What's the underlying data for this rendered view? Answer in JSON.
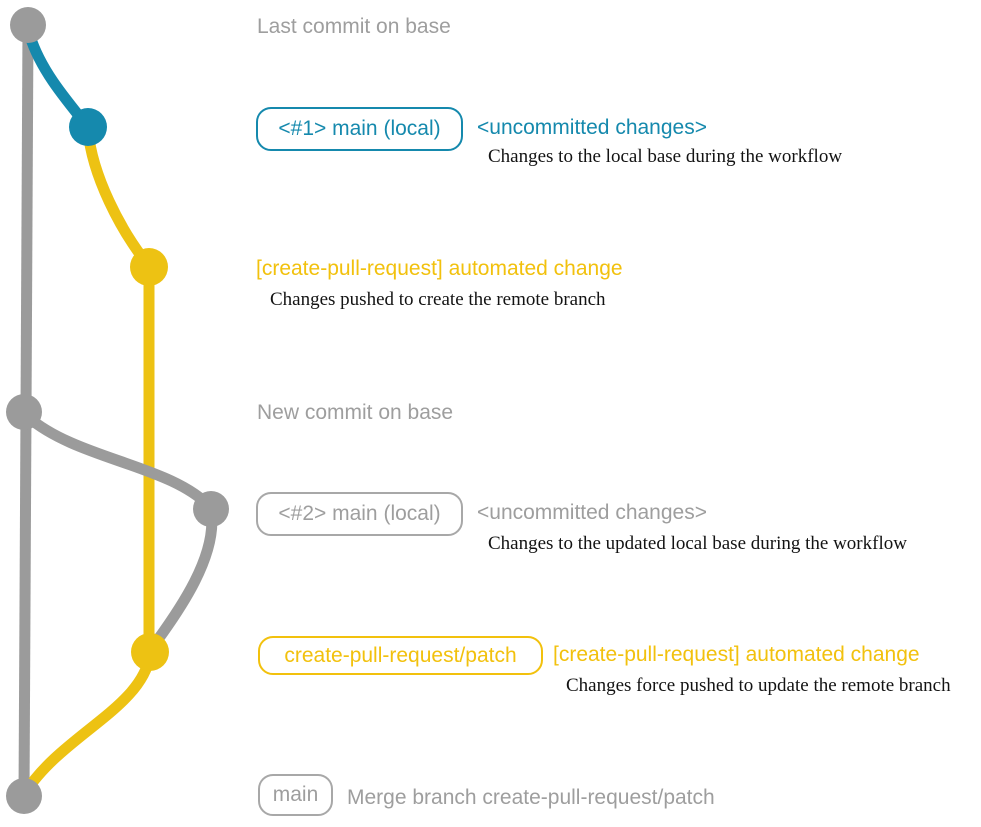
{
  "colors": {
    "base-gray": "#9b9b9b",
    "text-gray": "#9e9e9e",
    "badge-gray": "#a8a8a8",
    "blue": "#1589ad",
    "yellow": "#edc213",
    "yellow-text": "#f2c10d",
    "caption-black": "#131313"
  },
  "rows": {
    "last_commit_on_base": {
      "title": "Last commit on base"
    },
    "local_main_1": {
      "badge": "<#1> main (local)",
      "heading": "<uncommitted changes>",
      "caption": "Changes to the local base during the workflow"
    },
    "automated_change_1": {
      "heading": "[create-pull-request] automated change",
      "caption": "Changes pushed to create the remote branch"
    },
    "new_commit_on_base": {
      "title": "New commit on base"
    },
    "local_main_2": {
      "badge": "<#2> main (local)",
      "heading": "<uncommitted changes>",
      "caption": "Changes to the updated local base during the workflow"
    },
    "cpr_patch": {
      "badge": "create-pull-request/patch",
      "heading": "[create-pull-request] automated change",
      "caption": "Changes force pushed to update the remote branch"
    },
    "merge": {
      "badge": "main",
      "title": "Merge branch create-pull-request/patch"
    }
  },
  "graph": {
    "branches": [
      {
        "name": "base",
        "color": "gray"
      },
      {
        "name": "local-main",
        "color": "blue"
      },
      {
        "name": "create-pull-request/patch",
        "color": "yellow"
      }
    ],
    "commit_dots": [
      {
        "name": "last-commit-on-base",
        "color": "gray"
      },
      {
        "name": "local-main-1",
        "color": "blue"
      },
      {
        "name": "automated-change-1",
        "color": "yellow"
      },
      {
        "name": "new-commit-on-base",
        "color": "gray"
      },
      {
        "name": "local-main-2",
        "color": "gray"
      },
      {
        "name": "automated-change-2",
        "color": "yellow"
      },
      {
        "name": "merge-commit",
        "color": "gray"
      }
    ]
  }
}
